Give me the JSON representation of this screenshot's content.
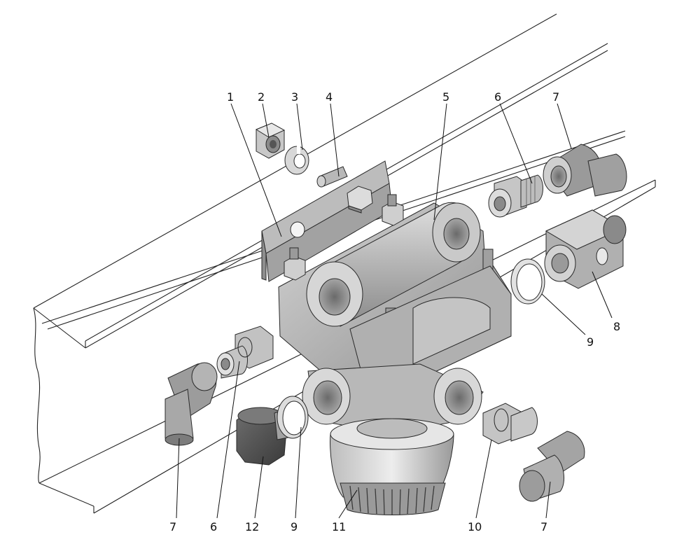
{
  "callouts": [
    {
      "id": "c1",
      "label": "1"
    },
    {
      "id": "c2",
      "label": "2"
    },
    {
      "id": "c3",
      "label": "3"
    },
    {
      "id": "c4",
      "label": "4"
    },
    {
      "id": "c5",
      "label": "5"
    },
    {
      "id": "c6t",
      "label": "6"
    },
    {
      "id": "c7t",
      "label": "7"
    },
    {
      "id": "c8",
      "label": "8"
    },
    {
      "id": "c9r",
      "label": "9"
    },
    {
      "id": "c7l",
      "label": "7"
    },
    {
      "id": "c6b",
      "label": "6"
    },
    {
      "id": "c12",
      "label": "12"
    },
    {
      "id": "c9b",
      "label": "9"
    },
    {
      "id": "c11",
      "label": "11"
    },
    {
      "id": "c10",
      "label": "10"
    },
    {
      "id": "c7b",
      "label": "7"
    }
  ],
  "colors": {
    "line": "#222222",
    "part_light": "#d6d6d6",
    "part_mid": "#a8a8a8",
    "part_dark": "#6e6e6e",
    "background": "#ffffff"
  }
}
